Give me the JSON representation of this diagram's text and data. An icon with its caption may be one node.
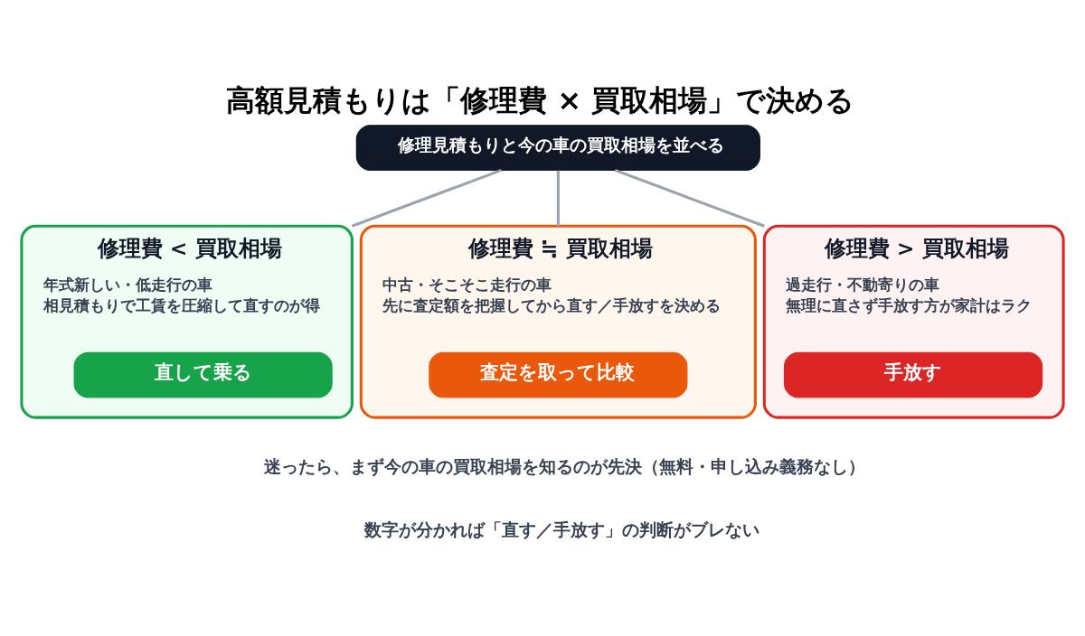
{
  "diagram": {
    "title": "高額見積もりは「修理費 × 買取相場」で決める",
    "nodes": [
      {
        "text": [
          "修理見積もりと今の車の買取相場を並べる"
        ]
      },
      {
        "text": [
          "修理費 < 買取相場",
          "年式新しい・低走行の車",
          "相見積もりで工賃を圧縮して直すのが得"
        ]
      },
      {
        "text": [
          "直して乗る"
        ],
        "in": 1
      },
      {
        "text": [
          "修理費 ≒ 買取相場",
          "中古・そこそこ走行の車",
          "先に査定額を把握してから直す／手放すを決める"
        ]
      },
      {
        "text": [
          "査定を取って比較"
        ],
        "in": 3
      },
      {
        "text": [
          "修理費 > 買取相場",
          "過走行・不動寄りの車",
          "無理に直さず手放す方が家計はラク"
        ]
      },
      {
        "text": [
          "手放す"
        ],
        "in": 5
      }
    ],
    "edges": [
      {
        "from": 0,
        "to": 1,
        "arrow": "none"
      },
      {
        "from": 0,
        "to": 3,
        "arrow": "none"
      },
      {
        "from": 0,
        "to": 5,
        "arrow": "none"
      }
    ],
    "labels": [
      "迷ったら、まず今の車の買取相場を知るのが先決（無料・申し込み義務なし）",
      "数字が分かれば「直す／手放す」の判断がブレない"
    ]
  }
}
